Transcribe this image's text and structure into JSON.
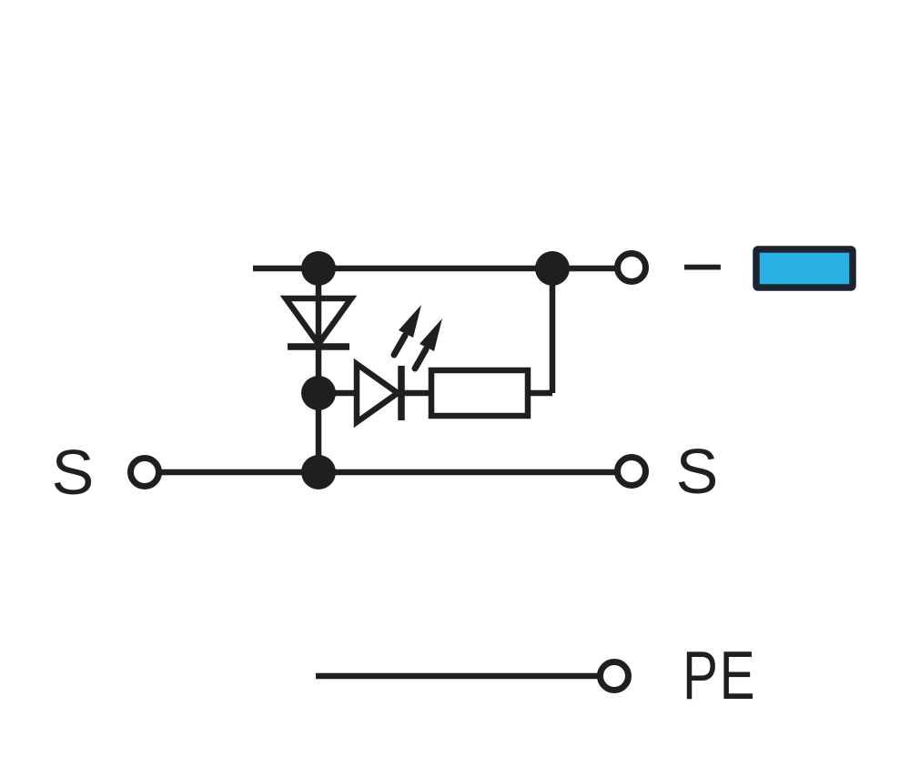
{
  "diagram": {
    "title": "terminal-block-wiring-schematic",
    "labels": {
      "sensor_left": "S",
      "sensor_right": "S",
      "protective_earth": "PE",
      "minus_polarity": "−"
    },
    "colors": {
      "line": "#1f1f1f",
      "background": "#ffffff",
      "marking_field_fill": "#29b1e3",
      "marking_field_border": "#1b2430"
    },
    "components": [
      "top-conductor-wire",
      "junction-dot-top-left",
      "junction-dot-top-right",
      "terminal-circle-minus",
      "minus-polarity-symbol",
      "blue-marking-field",
      "diode-down",
      "led-indicator",
      "led-emission-arrows",
      "resistor",
      "junction-dot-led-row",
      "sensor-conductor-wire",
      "terminal-circle-s-left",
      "terminal-circle-s-right",
      "junction-dot-sensor-row",
      "pe-conductor-wire",
      "terminal-circle-pe"
    ]
  }
}
